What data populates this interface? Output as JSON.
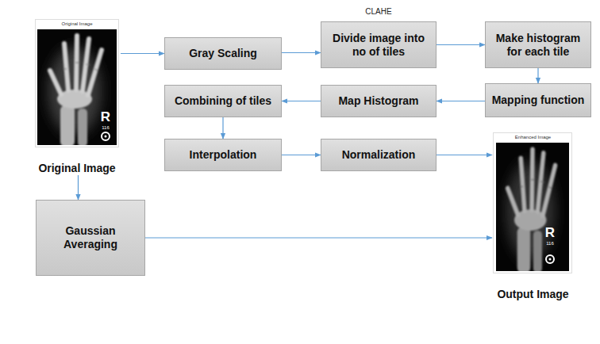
{
  "diagram": {
    "nodes": [
      {
        "text": [
          "Original Image",
          "Original Image"
        ]
      },
      {
        "text": [
          "Gray Scaling"
        ]
      },
      {
        "text": [
          "Divide image into no of tiles"
        ]
      },
      {
        "text": [
          "Make histogram for each tile"
        ]
      },
      {
        "text": [
          "Mapping function"
        ]
      },
      {
        "text": [
          "Map Histogram"
        ]
      },
      {
        "text": [
          "Combining of tiles"
        ]
      },
      {
        "text": [
          "Interpolation"
        ]
      },
      {
        "text": [
          "Normalization"
        ]
      },
      {
        "text": [
          "Enhanced Image",
          "Output Image"
        ]
      },
      {
        "text": [
          "Gaussian Averaging"
        ]
      }
    ],
    "edges": [
      {
        "from": 0,
        "to": 1,
        "arrow": "to"
      },
      {
        "from": 1,
        "to": 2,
        "arrow": "to"
      },
      {
        "from": 2,
        "to": 3,
        "arrow": "to"
      },
      {
        "from": 3,
        "to": 4,
        "arrow": "to"
      },
      {
        "from": 4,
        "to": 5,
        "arrow": "to"
      },
      {
        "from": 5,
        "to": 6,
        "arrow": "to"
      },
      {
        "from": 6,
        "to": 7,
        "arrow": "to"
      },
      {
        "from": 7,
        "to": 8,
        "arrow": "to"
      },
      {
        "from": 8,
        "to": 9,
        "arrow": "to"
      },
      {
        "from": 0,
        "to": 10,
        "arrow": "to"
      },
      {
        "from": 10,
        "to": 9,
        "arrow": "to"
      }
    ],
    "labels": [
      "CLAHE",
      "R",
      "116",
      "R",
      "116"
    ]
  }
}
